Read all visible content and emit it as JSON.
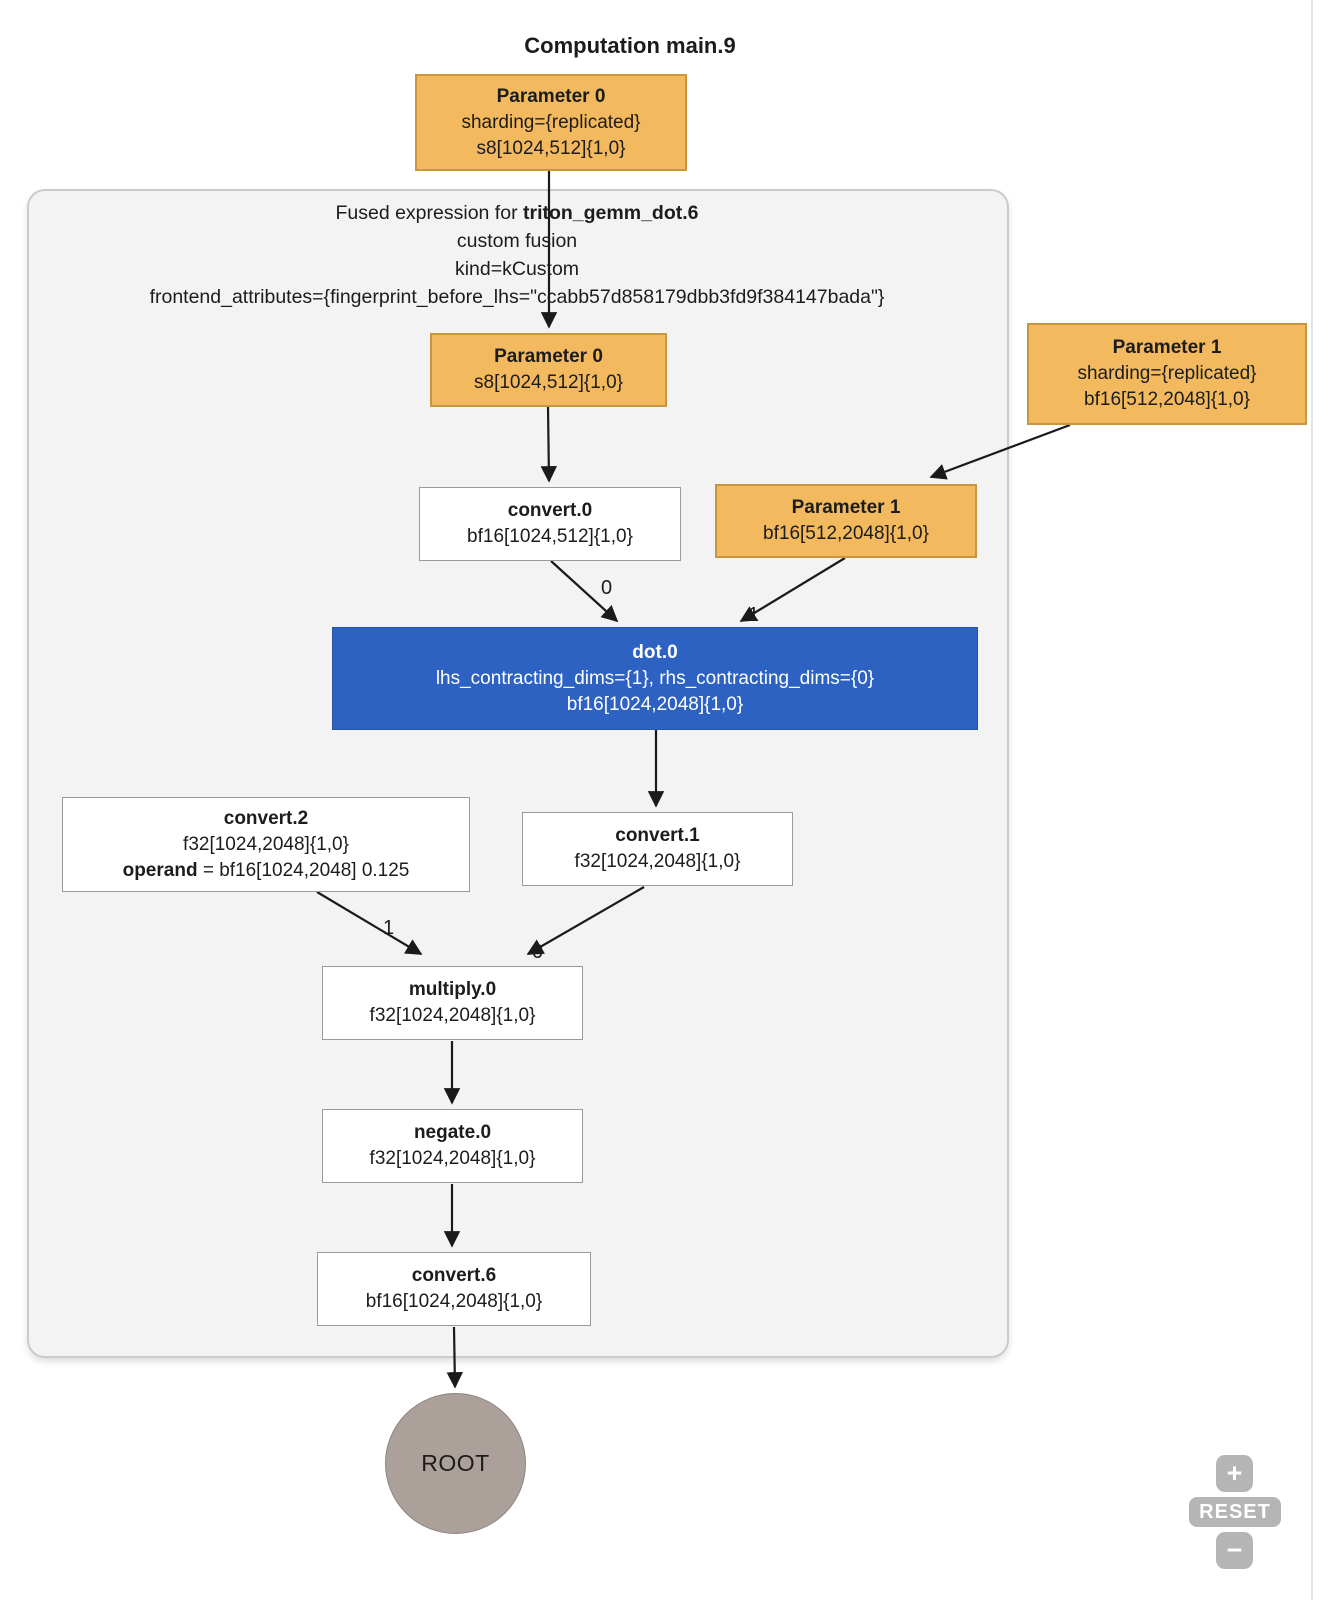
{
  "title": "Computation main.9",
  "cluster": {
    "label_prefix": "Fused expression for ",
    "label_name": "triton_gemm_dot.6",
    "line2": "custom fusion",
    "line3": "kind=kCustom",
    "line4": "frontend_attributes={fingerprint_before_lhs=\"ccabb57d858179dbb3fd9f384147bada\"}"
  },
  "nodes": {
    "param0_outer": {
      "title": "Parameter 0",
      "line2": "sharding={replicated}",
      "line3": "s8[1024,512]{1,0}"
    },
    "param0_inner": {
      "title": "Parameter 0",
      "line2": "s8[1024,512]{1,0}"
    },
    "param1_outer": {
      "title": "Parameter 1",
      "line2": "sharding={replicated}",
      "line3": "bf16[512,2048]{1,0}"
    },
    "param1_inner": {
      "title": "Parameter 1",
      "line2": "bf16[512,2048]{1,0}"
    },
    "convert0": {
      "title": "convert.0",
      "line2": "bf16[1024,512]{1,0}"
    },
    "dot0": {
      "title": "dot.0",
      "line2": "lhs_contracting_dims={1}, rhs_contracting_dims={0}",
      "line3": "bf16[1024,2048]{1,0}"
    },
    "convert2": {
      "title": "convert.2",
      "line2": "f32[1024,2048]{1,0}",
      "operand_label": "operand",
      "operand_value": " = bf16[1024,2048] 0.125"
    },
    "convert1": {
      "title": "convert.1",
      "line2": "f32[1024,2048]{1,0}"
    },
    "multiply0": {
      "title": "multiply.0",
      "line2": "f32[1024,2048]{1,0}"
    },
    "negate0": {
      "title": "negate.0",
      "line2": "f32[1024,2048]{1,0}"
    },
    "convert6": {
      "title": "convert.6",
      "line2": "bf16[1024,2048]{1,0}"
    },
    "root": {
      "label": "ROOT"
    }
  },
  "edge_labels": {
    "convert0_to_dot0": "0",
    "param1_to_dot0": "1",
    "convert2_to_multiply": "1",
    "convert1_to_multiply": "0"
  },
  "controls": {
    "zoom_in": "+",
    "reset": "RESET",
    "zoom_out": "−"
  },
  "colors": {
    "parameter_fill": "#f2b95f",
    "parameter_border": "#c8963e",
    "dot_fill": "#2d62c2",
    "dot_border": "#27559f",
    "node_fill": "#ffffff",
    "node_border": "#9a9a9a",
    "cluster_fill": "#f3f3f4",
    "cluster_border": "#cbcbcb",
    "root_fill": "#aca09b",
    "root_border": "#90847e",
    "control_gray": "#b5b5b5",
    "edge_color": "#1a1a1a"
  }
}
